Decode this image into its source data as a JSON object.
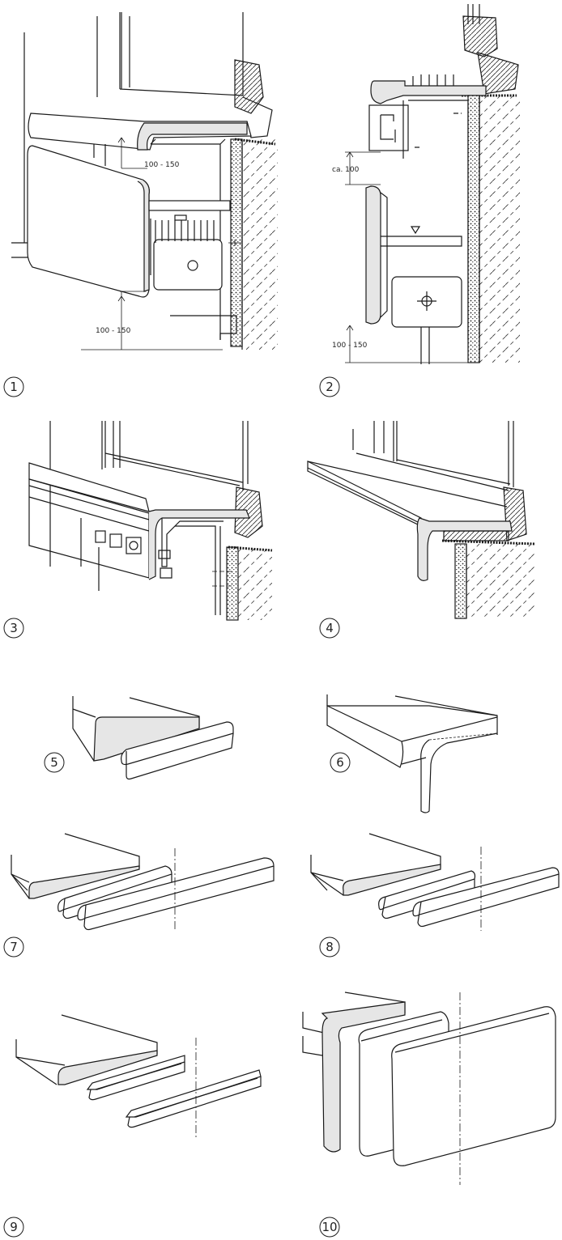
{
  "figures": [
    {
      "number": "1",
      "dims": [
        "100 - 150",
        "100 - 150"
      ]
    },
    {
      "number": "2",
      "dims": [
        "ca. 100",
        "100 - 150"
      ]
    },
    {
      "number": "3"
    },
    {
      "number": "4"
    },
    {
      "number": "5"
    },
    {
      "number": "6"
    },
    {
      "number": "7"
    },
    {
      "number": "8"
    },
    {
      "number": "9"
    },
    {
      "number": "10"
    }
  ],
  "colors": {
    "line": "#1a1a1a",
    "fill": "#e6e6e6",
    "plaster": "#bdbdbd"
  }
}
